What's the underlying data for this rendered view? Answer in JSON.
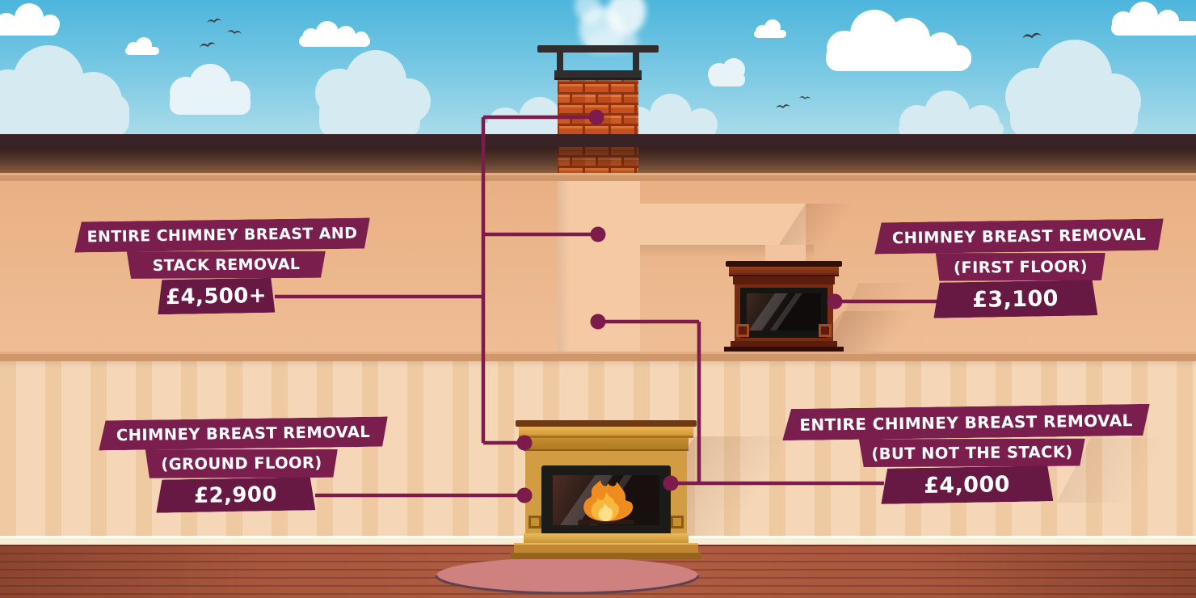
{
  "infographic": {
    "subject": "Chimney breast removal costs — house cross-section",
    "callouts": [
      {
        "id": "entire-chimney-breast-and-stack",
        "lines": [
          "ENTIRE CHIMNEY BREAST AND",
          "STACK REMOVAL"
        ],
        "price": "£4,500+"
      },
      {
        "id": "chimney-breast-first-floor",
        "lines": [
          "CHIMNEY BREAST REMOVAL",
          "(FIRST FLOOR)"
        ],
        "price": "£3,100"
      },
      {
        "id": "chimney-breast-ground-floor",
        "lines": [
          "CHIMNEY BREAST REMOVAL",
          "(GROUND FLOOR)"
        ],
        "price": "£2,900"
      },
      {
        "id": "entire-chimney-breast-not-stack",
        "lines": [
          "ENTIRE CHIMNEY BREAST REMOVAL",
          "(BUT NOT THE STACK)"
        ],
        "price": "£4,000"
      }
    ]
  },
  "scene": {
    "elements": [
      "sky",
      "clouds",
      "birds",
      "smoke",
      "chimney-stack",
      "roof",
      "first-floor-wall",
      "chimney-breast",
      "first-floor-stove",
      "ground-floor-fireplace",
      "fire",
      "wallpaper",
      "skirting-board",
      "wood-floor",
      "rug",
      "connector-lines"
    ]
  },
  "colors": {
    "label_maroon": "#7a1e4e",
    "price_maroon": "#671943",
    "connector": "#7d1c4c",
    "sky_top": "#4db5dc",
    "sky_bottom": "#abdcea",
    "roof_fascia": "#3a2327",
    "brick": "#c5501f",
    "wall_first_floor": "#ecb78d",
    "wall_ground_floor": "#f2cfae",
    "band_tan": "#d0976a",
    "floor_wood": "#a3543c",
    "rug_pink": "#cf8180",
    "mantel_gold": "#d29c42",
    "mantel_mahogany": "#762c12",
    "flame_orange": "#ef8c20"
  }
}
